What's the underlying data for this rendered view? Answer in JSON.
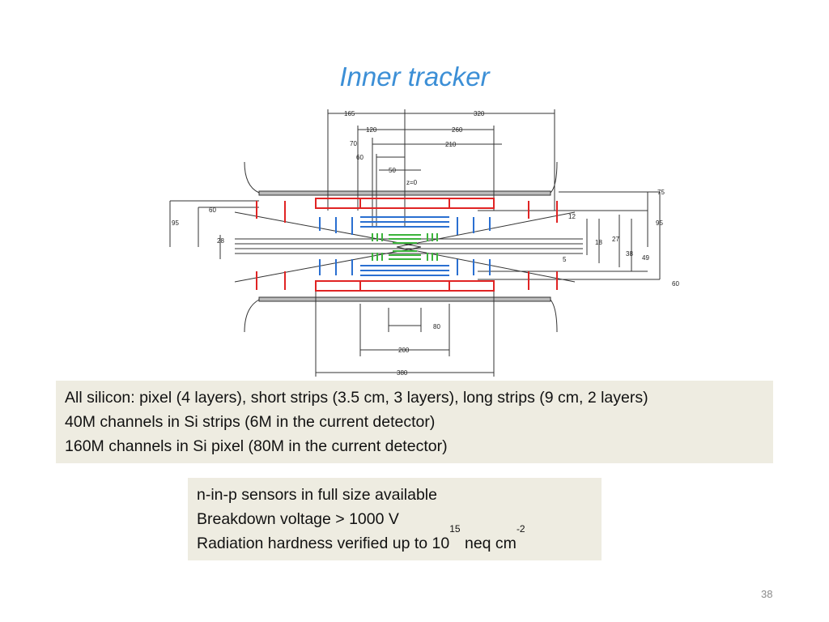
{
  "slide": {
    "title": "Inner tracker",
    "number": "38"
  },
  "diagram": {
    "dims_top": [
      "165",
      "320",
      "120",
      "260",
      "70",
      "210",
      "60",
      "50",
      "z=0"
    ],
    "dims_left": [
      "95",
      "60",
      "28"
    ],
    "dims_right": [
      "75",
      "12",
      "95",
      "18",
      "27",
      "38",
      "49",
      "5",
      "60"
    ],
    "dims_bottom": [
      "80",
      "200",
      "380"
    ],
    "colors": {
      "pixel": "#3cb43c",
      "short_strips": "#2a6fd1",
      "long_strips": "#e02424",
      "lines": "#333333"
    }
  },
  "box1": {
    "lines": [
      "All silicon: pixel (4 layers), short strips (3.5 cm, 3 layers), long strips (9 cm, 2 layers)",
      "40M channels in Si strips (6M in the current detector)",
      "160M channels in Si pixel (80M in the current detector)"
    ]
  },
  "box2": {
    "line1": "n-in-p sensors in full size available",
    "line2": "Breakdown voltage > 1000 V",
    "line3_prefix": "Radiation hardness verified up to 10",
    "line3_exp1": "15",
    "line3_mid": " neq cm",
    "line3_exp2": "-2"
  }
}
